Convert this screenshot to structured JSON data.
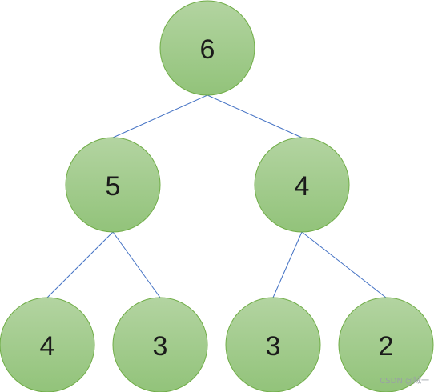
{
  "tree": {
    "nodes": [
      {
        "id": "root",
        "label": "6"
      },
      {
        "id": "left",
        "label": "5"
      },
      {
        "id": "right",
        "label": "4"
      },
      {
        "id": "left-left",
        "label": "4"
      },
      {
        "id": "left-right",
        "label": "3"
      },
      {
        "id": "right-left",
        "label": "3"
      },
      {
        "id": "right-right",
        "label": "2"
      }
    ],
    "edges": [
      [
        "root",
        "left"
      ],
      [
        "root",
        "right"
      ],
      [
        "left",
        "left-left"
      ],
      [
        "left",
        "left-right"
      ],
      [
        "right",
        "right-left"
      ],
      [
        "right",
        "right-right"
      ]
    ]
  },
  "colors": {
    "node_fill_top": "#b3d4a1",
    "node_fill_bottom": "#92c37a",
    "node_stroke": "#70ad47",
    "edge": "#4472c4"
  },
  "watermark": {
    "text": "CSDN @贼一"
  }
}
